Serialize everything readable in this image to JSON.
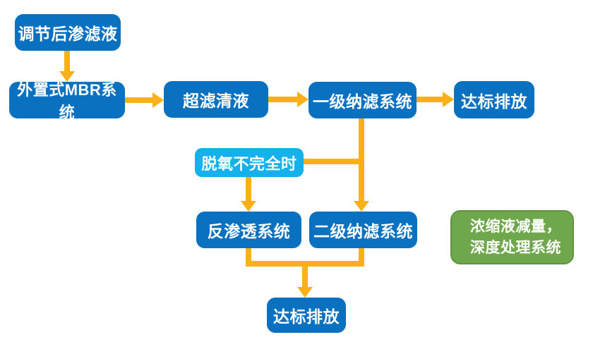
{
  "diagram": {
    "type": "flowchart",
    "background": "#FFFFFF",
    "colors": {
      "process_box": "#0A70C0",
      "condition_box": "#14B1EC",
      "note_box": "#6FA84C",
      "note_box_border": "#5E9440",
      "arrow": "#FBB017",
      "text": "#FFFFFF"
    },
    "nodes": [
      {
        "id": "adjusted-leachate",
        "type": "process",
        "label": "调节后渗滤液"
      },
      {
        "id": "external-mbr-system",
        "type": "process",
        "label": "外置式MBR系统"
      },
      {
        "id": "uf-clear-liquid",
        "type": "process",
        "label": "超滤清液"
      },
      {
        "id": "nf1-system",
        "type": "process",
        "label": "一级纳滤系统"
      },
      {
        "id": "discharge-right",
        "type": "process",
        "label": "达标排放"
      },
      {
        "id": "deoxygenation-incomplete",
        "type": "condition",
        "label": "脱氧不完全时"
      },
      {
        "id": "ro-system",
        "type": "process",
        "label": "反渗透系统"
      },
      {
        "id": "nf2-system",
        "type": "process",
        "label": "二级纳滤系统"
      },
      {
        "id": "concentrate-note",
        "type": "note",
        "line1": "浓缩液减量，",
        "line2": "深度处理系统"
      },
      {
        "id": "discharge-bottom",
        "type": "process",
        "label": "达标排放"
      }
    ],
    "edges": [
      {
        "from": "adjusted-leachate",
        "to": "external-mbr-system"
      },
      {
        "from": "external-mbr-system",
        "to": "uf-clear-liquid"
      },
      {
        "from": "uf-clear-liquid",
        "to": "nf1-system"
      },
      {
        "from": "nf1-system",
        "to": "discharge-right"
      },
      {
        "from": "nf1-system",
        "to": "nf2-system"
      },
      {
        "from": "deoxygenation-incomplete",
        "to": "ro-system"
      },
      {
        "from": "deoxygenation-incomplete",
        "to": "nf1-nf2-line"
      },
      {
        "from": "ro-system",
        "to": "discharge-bottom"
      },
      {
        "from": "nf2-system",
        "to": "discharge-bottom"
      }
    ]
  }
}
